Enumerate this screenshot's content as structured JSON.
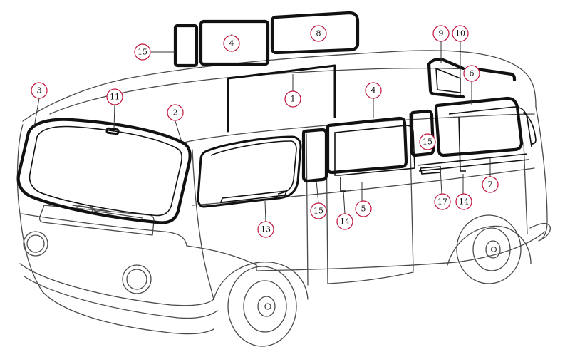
{
  "diagram": {
    "accent_color": "#c0143c",
    "line_color": "#111111",
    "callouts": [
      {
        "id": "c1",
        "label": "1"
      },
      {
        "id": "c2",
        "label": "2"
      },
      {
        "id": "c3",
        "label": "3"
      },
      {
        "id": "c4a",
        "label": "4"
      },
      {
        "id": "c4b",
        "label": "4"
      },
      {
        "id": "c5",
        "label": "5"
      },
      {
        "id": "c6",
        "label": "6"
      },
      {
        "id": "c7",
        "label": "7"
      },
      {
        "id": "c8",
        "label": "8"
      },
      {
        "id": "c9",
        "label": "9"
      },
      {
        "id": "c10",
        "label": "10"
      },
      {
        "id": "c11",
        "label": "11"
      },
      {
        "id": "c13",
        "label": "13"
      },
      {
        "id": "c14a",
        "label": "14"
      },
      {
        "id": "c14b",
        "label": "14"
      },
      {
        "id": "c15a",
        "label": "15"
      },
      {
        "id": "c15b",
        "label": "15"
      },
      {
        "id": "c15c",
        "label": "15"
      },
      {
        "id": "c17",
        "label": "17"
      }
    ]
  }
}
